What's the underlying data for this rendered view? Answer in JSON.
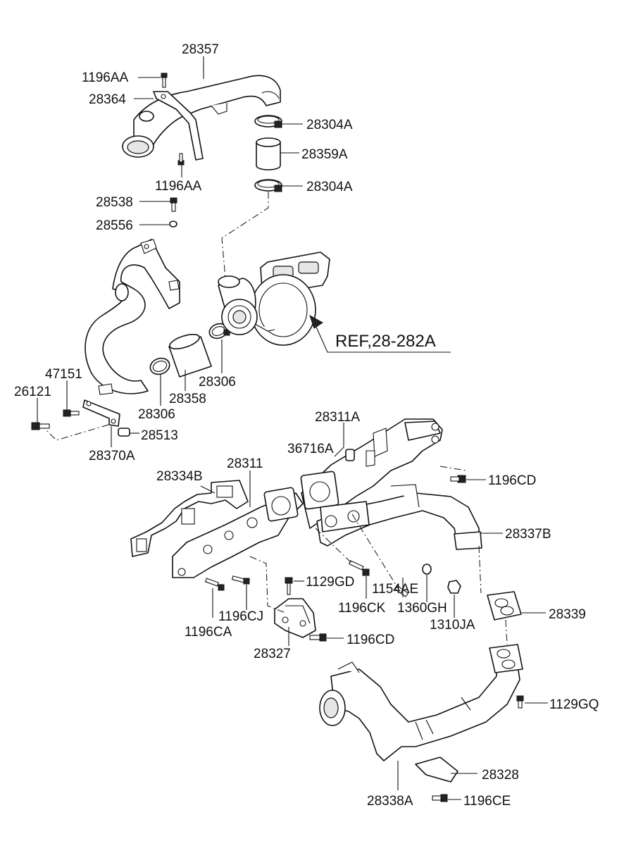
{
  "diagram": {
    "reference": "REF,28-282A",
    "callouts": [
      {
        "id": "c-28357",
        "text": "28357"
      },
      {
        "id": "c-1196aa-top",
        "text": "1196AA"
      },
      {
        "id": "c-28364",
        "text": "28364"
      },
      {
        "id": "c-28304a-top",
        "text": "28304A"
      },
      {
        "id": "c-28359a",
        "text": "28359A"
      },
      {
        "id": "c-1196aa-bottom",
        "text": "1196AA"
      },
      {
        "id": "c-28304a-bottom",
        "text": "28304A"
      },
      {
        "id": "c-28538",
        "text": "28538"
      },
      {
        "id": "c-28556",
        "text": "28556"
      },
      {
        "id": "c-28306-right",
        "text": "28306"
      },
      {
        "id": "c-28358",
        "text": "28358"
      },
      {
        "id": "c-47151",
        "text": "47151"
      },
      {
        "id": "c-26121",
        "text": "26121"
      },
      {
        "id": "c-28306-left",
        "text": "28306"
      },
      {
        "id": "c-28513",
        "text": "28513"
      },
      {
        "id": "c-28370a",
        "text": "28370A"
      },
      {
        "id": "c-28311a",
        "text": "28311A"
      },
      {
        "id": "c-36716a",
        "text": "36716A"
      },
      {
        "id": "c-28311",
        "text": "28311"
      },
      {
        "id": "c-28334b",
        "text": "28334B"
      },
      {
        "id": "c-1196cd-top",
        "text": "1196CD"
      },
      {
        "id": "c-28337b",
        "text": "28337B"
      },
      {
        "id": "c-1129gd",
        "text": "1129GD"
      },
      {
        "id": "c-1154ae",
        "text": "1154AE"
      },
      {
        "id": "c-1196ck",
        "text": "1196CK"
      },
      {
        "id": "c-1360gh",
        "text": "1360GH"
      },
      {
        "id": "c-1196cj",
        "text": "1196CJ"
      },
      {
        "id": "c-1310ja",
        "text": "1310JA"
      },
      {
        "id": "c-1196ca",
        "text": "1196CA"
      },
      {
        "id": "c-1196cd-bottom",
        "text": "1196CD"
      },
      {
        "id": "c-28339",
        "text": "28339"
      },
      {
        "id": "c-28327",
        "text": "28327"
      },
      {
        "id": "c-1129gq",
        "text": "1129GQ"
      },
      {
        "id": "c-28328",
        "text": "28328"
      },
      {
        "id": "c-28338a",
        "text": "28338A"
      },
      {
        "id": "c-1196ce",
        "text": "1196CE"
      }
    ]
  }
}
